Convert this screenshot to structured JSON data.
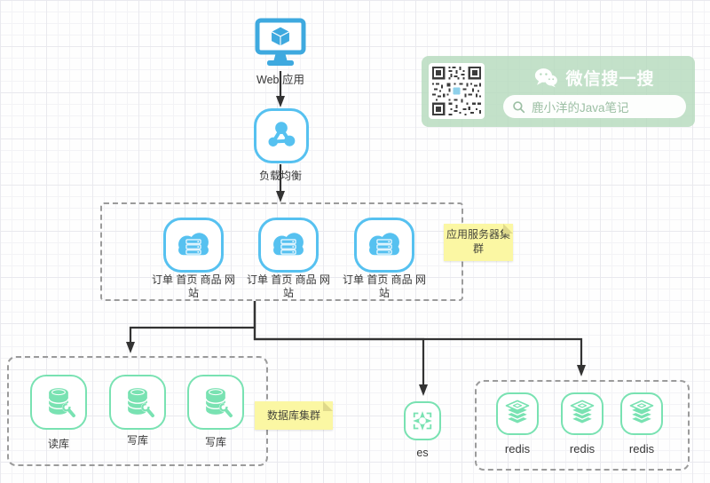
{
  "colors": {
    "node_blue": "#3EA9DF",
    "cloud_blue": "#56C1F0",
    "node_green": "#79E2B2",
    "note_yellow": "#FBF7A3",
    "connector": "#333333",
    "watermark_green": "#B6DABD"
  },
  "nodes": {
    "web_app": {
      "label": "Web 应用",
      "icon": "monitor-cube-icon"
    },
    "load_balancer": {
      "label": "负载均衡",
      "icon": "share-network-icon"
    },
    "app_cluster": {
      "note": "应用服务器集群",
      "servers": [
        {
          "label": "订单 首页 商品 网站",
          "icon": "cloud-server-icon"
        },
        {
          "label": "订单 首页 商品 网站",
          "icon": "cloud-server-icon"
        },
        {
          "label": "订单 首页 商品 网站",
          "icon": "cloud-server-icon"
        }
      ]
    },
    "db_cluster": {
      "note": "数据库集群",
      "databases": [
        {
          "label": "读库",
          "icon": "database-wrench-icon"
        },
        {
          "label": "写库",
          "icon": "database-wrench-icon"
        },
        {
          "label": "写库",
          "icon": "database-wrench-icon"
        }
      ]
    },
    "search_engine": {
      "label": "es",
      "icon": "elasticsearch-icon"
    },
    "redis_cluster": {
      "nodes": [
        {
          "label": "redis",
          "icon": "redis-stack-icon"
        },
        {
          "label": "redis",
          "icon": "redis-stack-icon"
        },
        {
          "label": "redis",
          "icon": "redis-stack-icon"
        }
      ]
    }
  },
  "watermark": {
    "brand": "微信搜一搜",
    "search_text": "鹿小洋的Java笔记",
    "qr_icon": "qr-code-icon",
    "brand_icon": "wechat-icon",
    "search_icon": "search-icon"
  }
}
